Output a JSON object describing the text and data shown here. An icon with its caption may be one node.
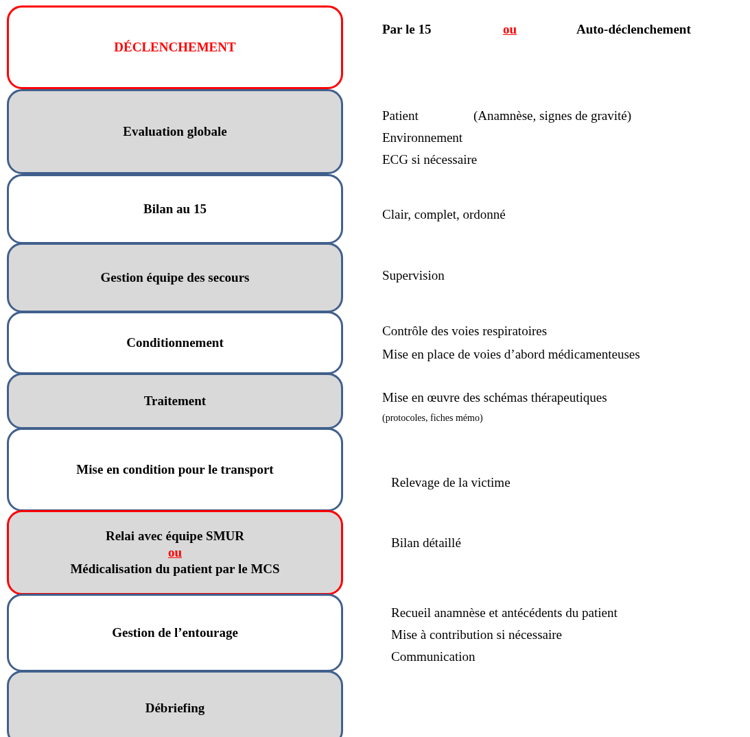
{
  "diagram": {
    "nodes": [
      {
        "text": [
          "DÉCLENCHEMENT"
        ],
        "beside": [
          "Par le 15"
        ]
      },
      {
        "text": [
          "Evaluation globale"
        ],
        "beside": [
          "Patient",
          "(Anamnèse, signes de gravité)",
          "Environnement",
          "ECG si nécessaire"
        ]
      },
      {
        "text": [
          "Bilan au 15"
        ],
        "beside": [
          "Clair, complet, ordonné"
        ]
      },
      {
        "text": [
          "Gestion équipe des secours"
        ],
        "beside": [
          "Supervision"
        ]
      },
      {
        "text": [
          "Conditionnement"
        ],
        "beside": [
          "Contrôle des voies respiratoires",
          "Mise en place de voies d’abord médicamenteuses"
        ]
      },
      {
        "text": [
          "Traitement"
        ],
        "beside": [
          "Mise en œuvre des schémas thérapeutiques",
          "(protocoles, fiches mémo)"
        ]
      },
      {
        "text": [
          "Mise en condition pour le transport"
        ],
        "beside": [
          "Relevage de la victime"
        ]
      },
      {
        "text": [
          "Relai avec équipe SMUR",
          "ou",
          "Médicalisation du patient par le MCS"
        ],
        "beside": [
          "Bilan détaillé"
        ]
      },
      {
        "text": [
          "Gestion de l’entourage"
        ],
        "beside": [
          "Recueil anamnèse et antécédents du patient",
          "Mise à contribution si nécessaire",
          "Communication"
        ]
      },
      {
        "text": [
          "Débriefing"
        ]
      }
    ],
    "labels": [
      "ou",
      "Auto-déclenchement"
    ]
  }
}
